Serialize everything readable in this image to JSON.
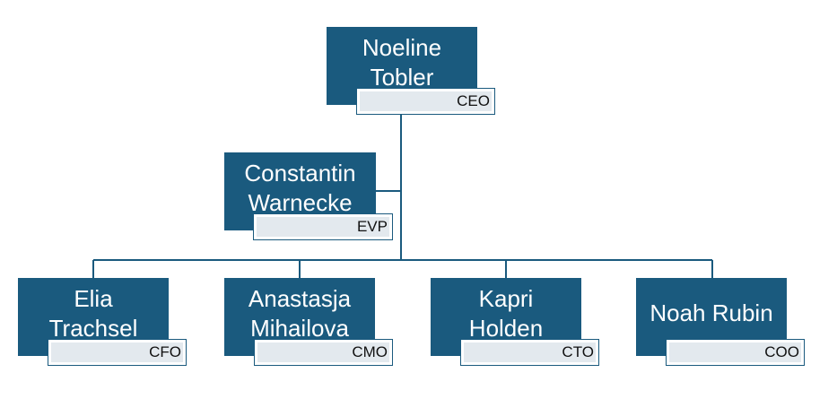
{
  "colors": {
    "box": "#1a5a7e",
    "tag_fill": "#e3e9ee",
    "line": "#1a5a7e"
  },
  "nodes": {
    "ceo": {
      "name": "Noeline\nTobler",
      "role": "CEO"
    },
    "evp": {
      "name": "Constantin\nWarnecke",
      "role": "EVP"
    },
    "cfo": {
      "name": "Elia\nTrachsel",
      "role": "CFO"
    },
    "cmo": {
      "name": "Anastasja\nMihailova",
      "role": "CMO"
    },
    "cto": {
      "name": "Kapri\nHolden",
      "role": "CTO"
    },
    "coo": {
      "name": "Noah Rubin",
      "role": "COO"
    }
  }
}
